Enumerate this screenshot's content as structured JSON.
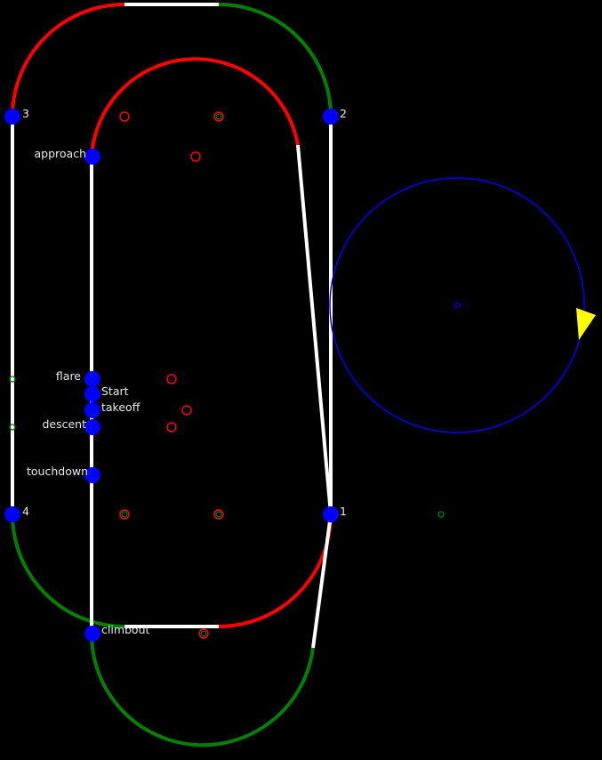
{
  "colors": {
    "background": "#000000",
    "red": "#ff0000",
    "green": "#008000",
    "white": "#ffffff",
    "blue": "#0000ff",
    "yellow": "#ffff00",
    "label": "#e8e8e8"
  },
  "waypoints": {
    "wp3": "3",
    "wp2": "2",
    "wp1": "1",
    "wp4": "4",
    "approach": "approach",
    "flare": "flare",
    "start": "Start",
    "takeoff": "takeoff",
    "descent": "descent",
    "touchdown": "touchdown",
    "climbout": "climbout"
  }
}
